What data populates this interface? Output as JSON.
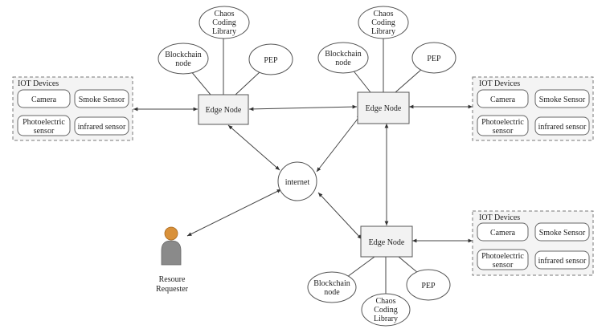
{
  "nodes": {
    "edge_node_left": "Edge Node",
    "edge_node_right": "Edge Node",
    "edge_node_bottom": "Edge Node",
    "internet": "internet"
  },
  "cluster_labels": {
    "blockchain_line1": "Blockchain",
    "blockchain_line2": "node",
    "chaos_line1": "Chaos",
    "chaos_line2": "Coding",
    "chaos_line3": "Library",
    "pep": "PEP"
  },
  "iot_group": {
    "title": "IOT Devices",
    "camera": "Camera",
    "smoke_sensor": "Smoke Sensor",
    "photoelectric_line1": "Photoelectric",
    "photoelectric_line2": "sensor",
    "infrared_sensor": "infrared sensor"
  },
  "requester": {
    "line1": "Resoure",
    "line2": "Requester"
  },
  "colors": {
    "person_head": "#d9913a",
    "person_body": "#8a8a8a"
  }
}
